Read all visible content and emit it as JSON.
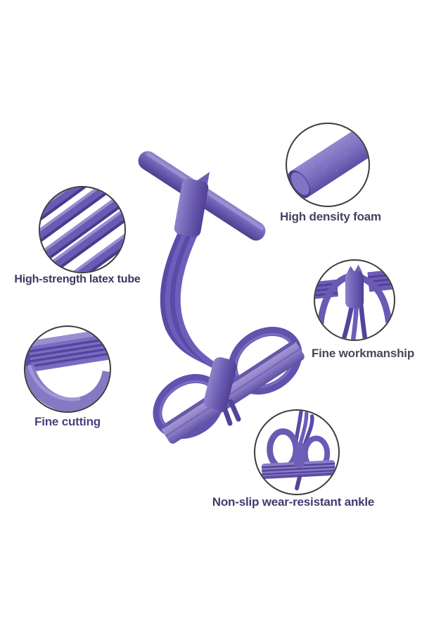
{
  "image": {
    "type": "product-feature-image",
    "subject": "Purple pedal resistance band (sit-up pull rope exerciser) with zoom callouts",
    "background_color": "#ffffff",
    "circle_border_color": "#3d3d3d"
  },
  "palette": {
    "tube_dark": "#53439a",
    "tube_mid": "#6d5cba",
    "foam_purple": "#7163b8",
    "foam_highlight": "#9a8ed2",
    "pedal_bar_light": "#a99dd9",
    "pedal_bar_mid": "#8375bf",
    "deep_shadow": "#473a82"
  },
  "callouts": [
    {
      "id": "high-density-foam",
      "label": "High density foam",
      "label_color": "#4a4160"
    },
    {
      "id": "high-strength-latex-tube",
      "label": "High-strength latex tube",
      "label_color": "#3c3464"
    },
    {
      "id": "fine-workmanship",
      "label": "Fine workmanship",
      "label_color": "#4c4458"
    },
    {
      "id": "fine-cutting",
      "label": "Fine cutting",
      "label_color": "#4e3f7d"
    },
    {
      "id": "non-slip-ankle",
      "label": "Non-slip wear-resistant ankle",
      "label_color": "#45396e"
    }
  ]
}
